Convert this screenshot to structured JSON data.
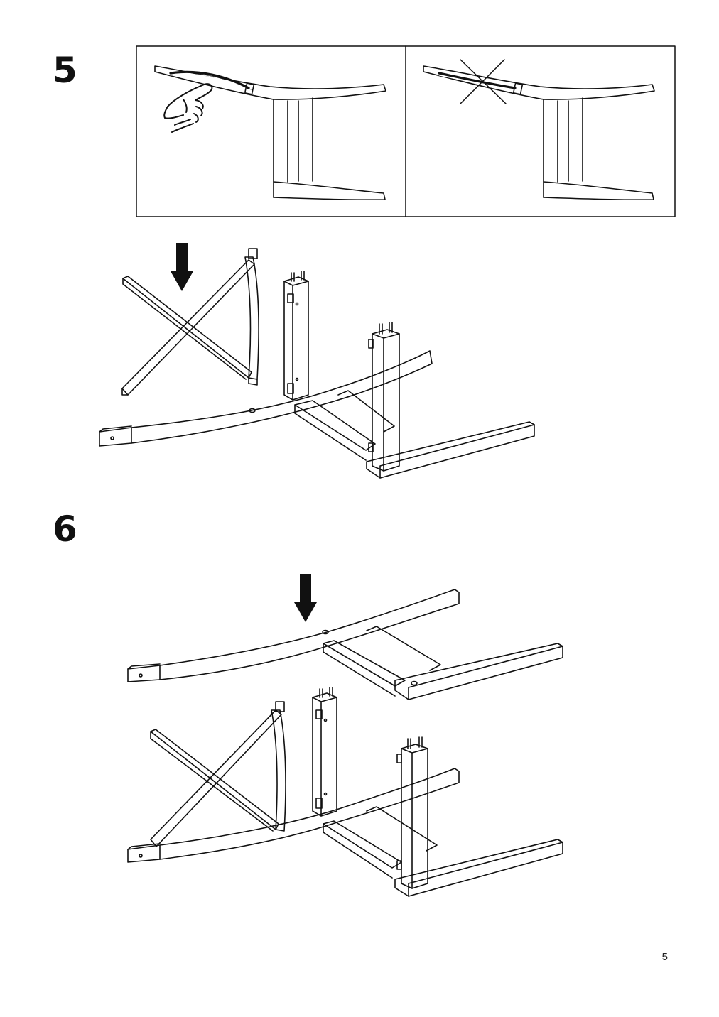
{
  "page": {
    "page_number": "5"
  },
  "steps": [
    {
      "number": "5"
    },
    {
      "number": "6"
    }
  ]
}
